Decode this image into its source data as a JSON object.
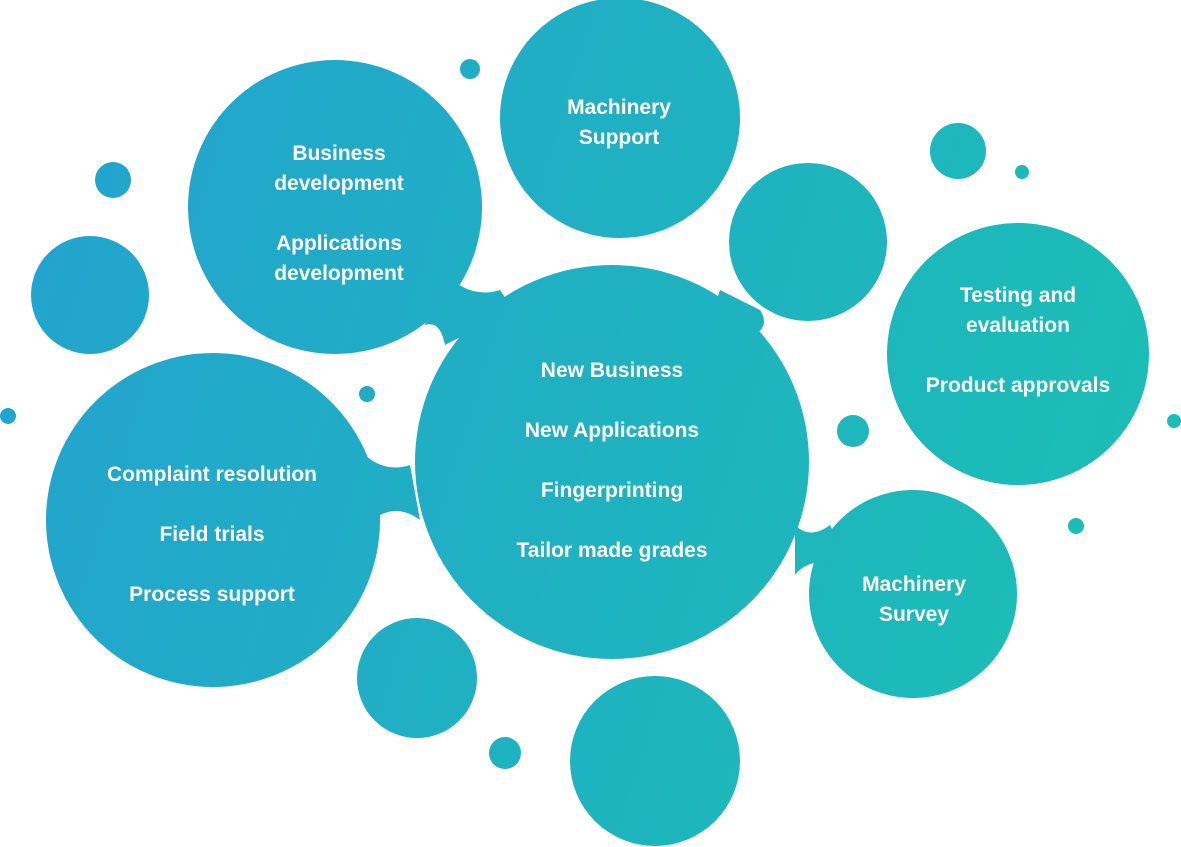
{
  "colors": {
    "gradient_start": "#23a3cf",
    "gradient_end": "#1bbfb4",
    "text": "#ffffff"
  },
  "bubbles": {
    "center": {
      "lines": [
        "New Business",
        "New Applications",
        "Fingerprinting",
        "Tailor made grades"
      ]
    },
    "business": {
      "lines": [
        "Business",
        "development",
        "Applications",
        "development"
      ]
    },
    "machinery_support": {
      "lines": [
        "Machinery",
        "Support"
      ]
    },
    "testing": {
      "lines": [
        "Testing and",
        "evaluation",
        "Product approvals"
      ]
    },
    "complaint": {
      "lines": [
        "Complaint resolution",
        "Field trials",
        "Process support"
      ]
    },
    "machinery_survey": {
      "lines": [
        "Machinery",
        "Survey"
      ]
    }
  }
}
